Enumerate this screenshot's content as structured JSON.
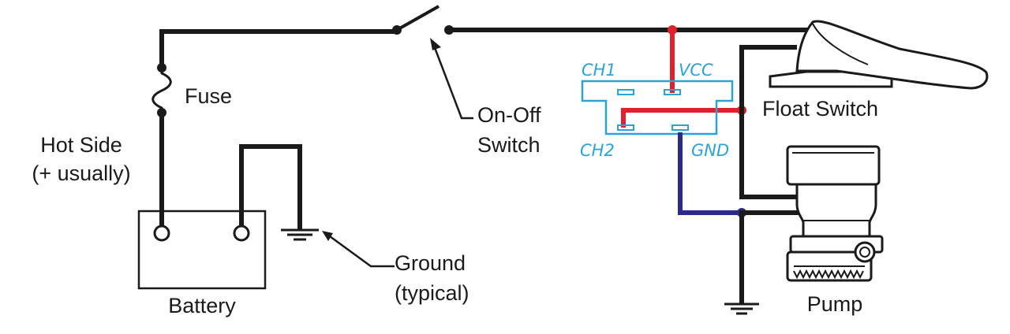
{
  "diagram": {
    "labels": {
      "fuse": "Fuse",
      "hot_side_line1": "Hot Side",
      "hot_side_line2": "(+ usually)",
      "battery": "Battery",
      "ground_line1": "Ground",
      "ground_line2": "(typical)",
      "onoff_line1": "On-Off",
      "onoff_line2": "Switch",
      "float_switch": "Float Switch",
      "pump": "Pump"
    },
    "module": {
      "ch1": "CH1",
      "vcc": "VCC",
      "ch2": "CH2",
      "gnd": "GND"
    },
    "colors": {
      "wire": "#1a1a1a",
      "vcc_wire": "#e0202a",
      "gnd_wire": "#2a2a8a",
      "module_outline": "#2aa3d8"
    }
  }
}
